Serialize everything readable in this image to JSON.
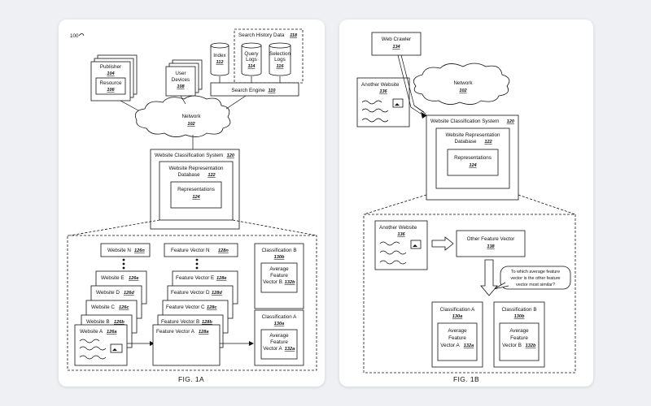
{
  "fig_a": {
    "ref": "100",
    "publisher": {
      "label": "Publisher",
      "num": "104"
    },
    "resource": {
      "label": "Resource",
      "num": "106"
    },
    "user_devices": {
      "line1": "User",
      "line2": "Devices",
      "num": "108"
    },
    "index": {
      "label": "Index",
      "num": "112"
    },
    "search_history": {
      "label": "Search History Data",
      "num": "118"
    },
    "query_logs": {
      "line1": "Query",
      "line2": "Logs",
      "num": "114"
    },
    "selection_logs": {
      "line1": "Selection",
      "line2": "Logs",
      "num": "116"
    },
    "search_engine": {
      "label": "Search Engine",
      "num": "110"
    },
    "network": {
      "label": "Network",
      "num": "102"
    },
    "wcs": {
      "label": "Website Classification System",
      "num": "120"
    },
    "wrd": {
      "line1": "Website Representation",
      "line2": "Database",
      "num": "122"
    },
    "representations": {
      "label": "Representations",
      "num": "124"
    },
    "websites": [
      {
        "label": "Website N",
        "num": "126n"
      },
      {
        "label": "Website E",
        "num": "126e"
      },
      {
        "label": "Website D",
        "num": "126d"
      },
      {
        "label": "Website C",
        "num": "126c"
      },
      {
        "label": "Website B",
        "num": "126b"
      },
      {
        "label": "Website A",
        "num": "126a"
      }
    ],
    "vectors": [
      {
        "label": "Feature Vector N",
        "num": "128n"
      },
      {
        "label": "Feature Vector E",
        "num": "128e"
      },
      {
        "label": "Feature Vector D",
        "num": "128d"
      },
      {
        "label": "Feature Vector C",
        "num": "128c"
      },
      {
        "label": "Feature Vector B",
        "num": "128b"
      },
      {
        "label": "Feature Vector A",
        "num": "128a"
      }
    ],
    "class_b": {
      "label": "Classification B",
      "num": "130b",
      "avg1": "Average",
      "avg2": "Feature",
      "avg3": "Vector B",
      "avg_num": "132b"
    },
    "class_a": {
      "label": "Classification A",
      "num": "130a",
      "avg1": "Average",
      "avg2": "Feature",
      "avg3": "Vector A",
      "avg_num": "132a"
    },
    "caption": "FIG. 1A"
  },
  "fig_b": {
    "web_crawler": {
      "label": "Web Crawler",
      "num": "134"
    },
    "another_website": {
      "label": "Another Website",
      "num": "136"
    },
    "network": {
      "label": "Network",
      "num": "102"
    },
    "wcs": {
      "label": "Website Classification System",
      "num": "120"
    },
    "wrd": {
      "line1": "Website Representation",
      "line2": "Database",
      "num": "122"
    },
    "representations": {
      "label": "Representations",
      "num": "124"
    },
    "zoom_site": {
      "label": "Another Website",
      "num": "136"
    },
    "other_vector": {
      "label": "Other Feature Vector",
      "num": "138"
    },
    "question": {
      "line1": "To which average feature",
      "line2": "vector is the other feature",
      "line3": "vector most similar?"
    },
    "class_a": {
      "label": "Classification A",
      "num": "130a",
      "avg1": "Average",
      "avg2": "Feature",
      "avg3": "Vector A",
      "avg_num": "132a"
    },
    "class_b": {
      "label": "Classification B",
      "num": "130b",
      "avg1": "Average",
      "avg2": "Feature",
      "avg3": "Vector B",
      "avg_num": "132b"
    },
    "caption": "FIG. 1B"
  }
}
